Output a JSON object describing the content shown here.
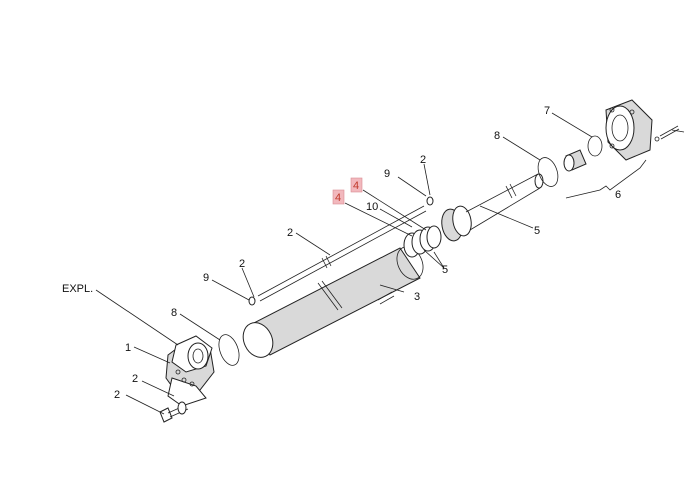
{
  "diagram": {
    "callouts": [
      {
        "id": "c-expl",
        "text": "EXPL."
      },
      {
        "id": "c-1",
        "text": "1"
      },
      {
        "id": "c-2a",
        "text": "2"
      },
      {
        "id": "c-2b",
        "text": "2"
      },
      {
        "id": "c-2c",
        "text": "2"
      },
      {
        "id": "c-2d",
        "text": "2"
      },
      {
        "id": "c-2e",
        "text": "2"
      },
      {
        "id": "c-3",
        "text": "3"
      },
      {
        "id": "c-4a",
        "text": "4"
      },
      {
        "id": "c-4b",
        "text": "4"
      },
      {
        "id": "c-5a",
        "text": "5"
      },
      {
        "id": "c-5b",
        "text": "5"
      },
      {
        "id": "c-6",
        "text": "6"
      },
      {
        "id": "c-7",
        "text": "7"
      },
      {
        "id": "c-8a",
        "text": "8"
      },
      {
        "id": "c-8b",
        "text": "8"
      },
      {
        "id": "c-9a",
        "text": "9"
      },
      {
        "id": "c-9b",
        "text": "9"
      },
      {
        "id": "c-10",
        "text": "10"
      }
    ],
    "highlight_color": "#f2b8bd"
  }
}
